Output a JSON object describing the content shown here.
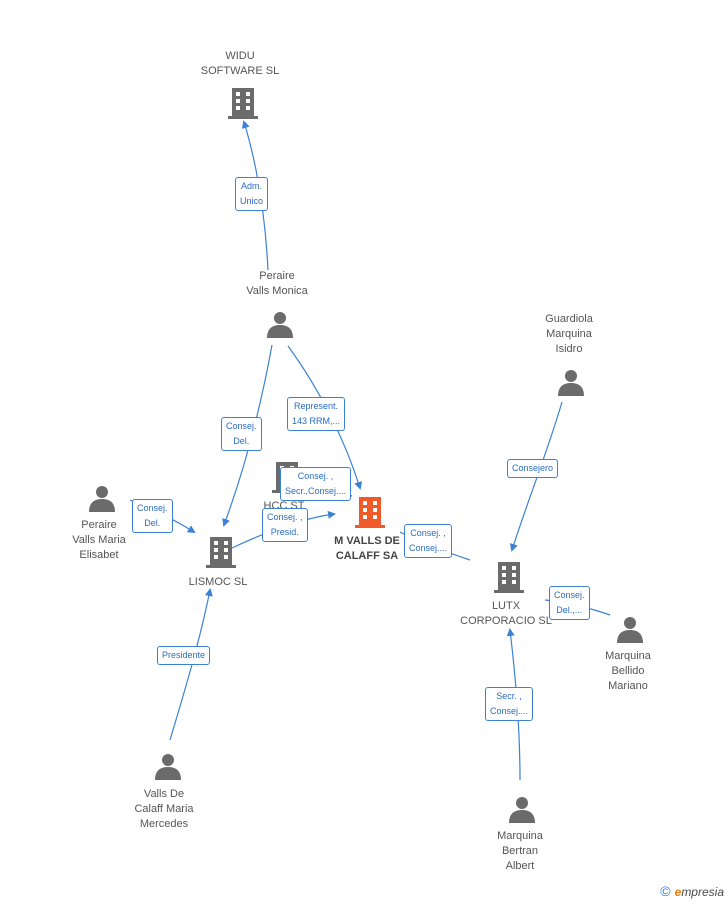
{
  "colors": {
    "edge": "#3b82d6",
    "company_icon": "#6b6b6b",
    "person_icon": "#6b6b6b",
    "main_company_icon": "#f05a28",
    "brand_e": "#f07c0c"
  },
  "nodes": {
    "widu": {
      "name": "WIDU\nSOFTWARE SL",
      "icon": "building-icon"
    },
    "peraire_monica": {
      "name": "Peraire\nValls Monica",
      "icon": "person-icon"
    },
    "guardiola": {
      "name": "Guardiola\nMarquina\nIsidro",
      "icon": "person-icon"
    },
    "peraire_elisabet": {
      "name": "Peraire\nValls Maria\nElisabet",
      "icon": "person-icon"
    },
    "lismoc": {
      "name": "LISMOC SL",
      "icon": "building-icon"
    },
    "hcc": {
      "name": "HCC ST\nM",
      "icon": "building-icon"
    },
    "mvalls": {
      "name": "M VALLS DE\nCALAFF SA",
      "icon": "building-icon"
    },
    "lutx": {
      "name": "LUTX\nCORPORACIO SL",
      "icon": "building-icon"
    },
    "bellido": {
      "name": "Marquina\nBellido\nMariano",
      "icon": "person-icon"
    },
    "mercedes": {
      "name": "Valls De\nCalaff Maria\nMercedes",
      "icon": "person-icon"
    },
    "bertran": {
      "name": "Marquina\nBertran\nAlbert",
      "icon": "person-icon"
    }
  },
  "relations": {
    "adm_unico": "Adm.\nUnico",
    "represent": "Represent.\n143 RRM,...",
    "consej_del_monica": "Consej.\nDel.",
    "consej_secr": "Consej. ,\nSecr.,Consej....",
    "consej_del_elisabet": "Consej.\nDel.",
    "consej_presid": "Consej. ,\nPresid.",
    "consej_consej": "Consej. ,\nConsej....",
    "consejero": "Consejero",
    "consej_del_bellido": "Consej.\nDel.,...",
    "presidente": "Presidente",
    "secr_consej": "Secr. ,\nConsej...."
  },
  "brand": {
    "copyright": "©",
    "first_letter": "e",
    "rest": "mpresia"
  }
}
